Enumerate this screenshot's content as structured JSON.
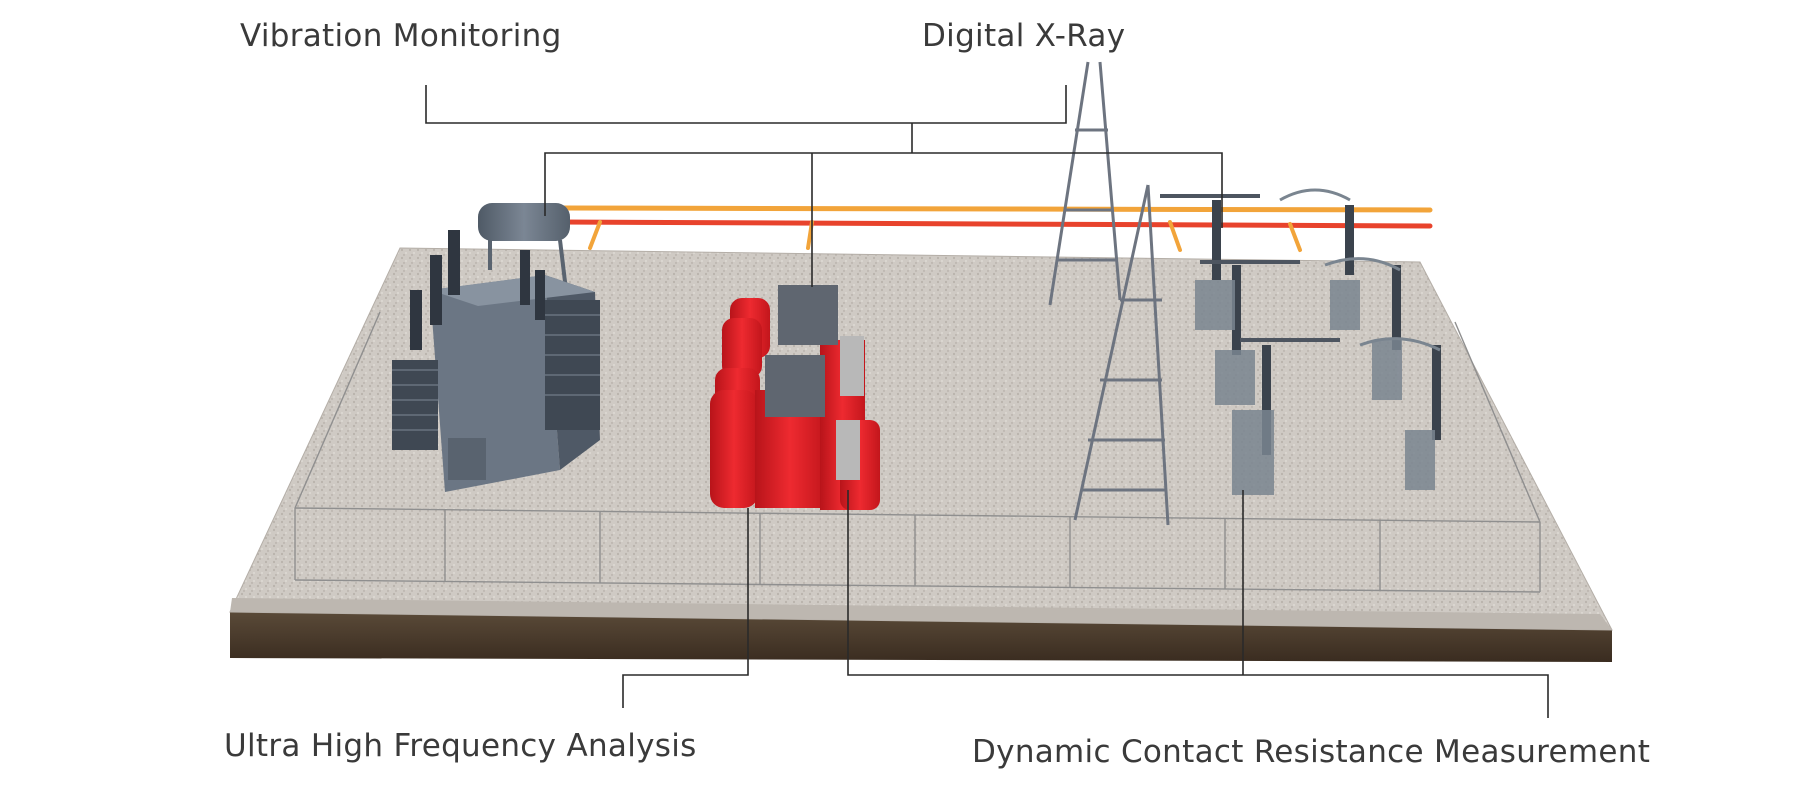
{
  "labels": {
    "vibration": "Vibration Monitoring",
    "xray": "Digital X-Ray",
    "uhf": "Ultra High Frequency Analysis",
    "dcrm": "Dynamic Contact Resistance Measurement"
  },
  "colors": {
    "gravel": "#cfcac4",
    "soil": "#4a3a2a",
    "transformer": "#5f6b78",
    "red_equipment": "#e01e25",
    "pipe_orange": "#f2a43a",
    "pipe_red": "#e8432c",
    "lattice": "#6d7480",
    "connector_line": "#2a2a2a"
  }
}
